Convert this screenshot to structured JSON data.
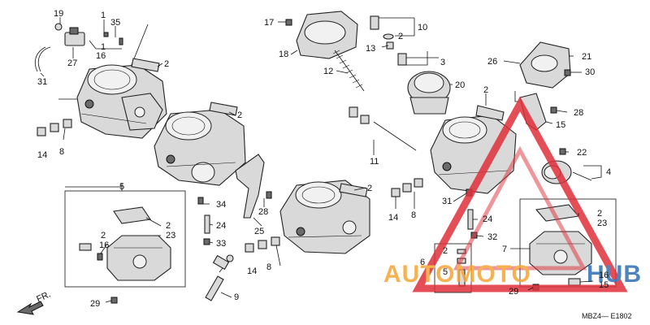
{
  "labels": {
    "l1": "1",
    "l2": "2",
    "l3": "3",
    "l4": "4",
    "l5": "5",
    "l6": "6",
    "l7": "7",
    "l8": "8",
    "l9": "9",
    "l10": "10",
    "l11": "11",
    "l12": "12",
    "l13": "13",
    "l14": "14",
    "l15": "15",
    "l16": "16",
    "l17": "17",
    "l18": "18",
    "l19": "19",
    "l20": "20",
    "l21": "21",
    "l22": "22",
    "l23": "23",
    "l24": "24",
    "l25": "25",
    "l26": "26",
    "l27": "27",
    "l28": "28",
    "l29": "29",
    "l30": "30",
    "l31": "31",
    "l32": "32",
    "l33": "33",
    "l34": "34",
    "l35": "35"
  },
  "direction": "FR.",
  "diagram_code": "MBZ4— E1802",
  "watermark": {
    "text_left": "AUTOMOTO",
    "text_right": "HUB",
    "color_orange": "#f4a535",
    "color_blue": "#2f6fb5",
    "color_red": "#e0303a"
  }
}
